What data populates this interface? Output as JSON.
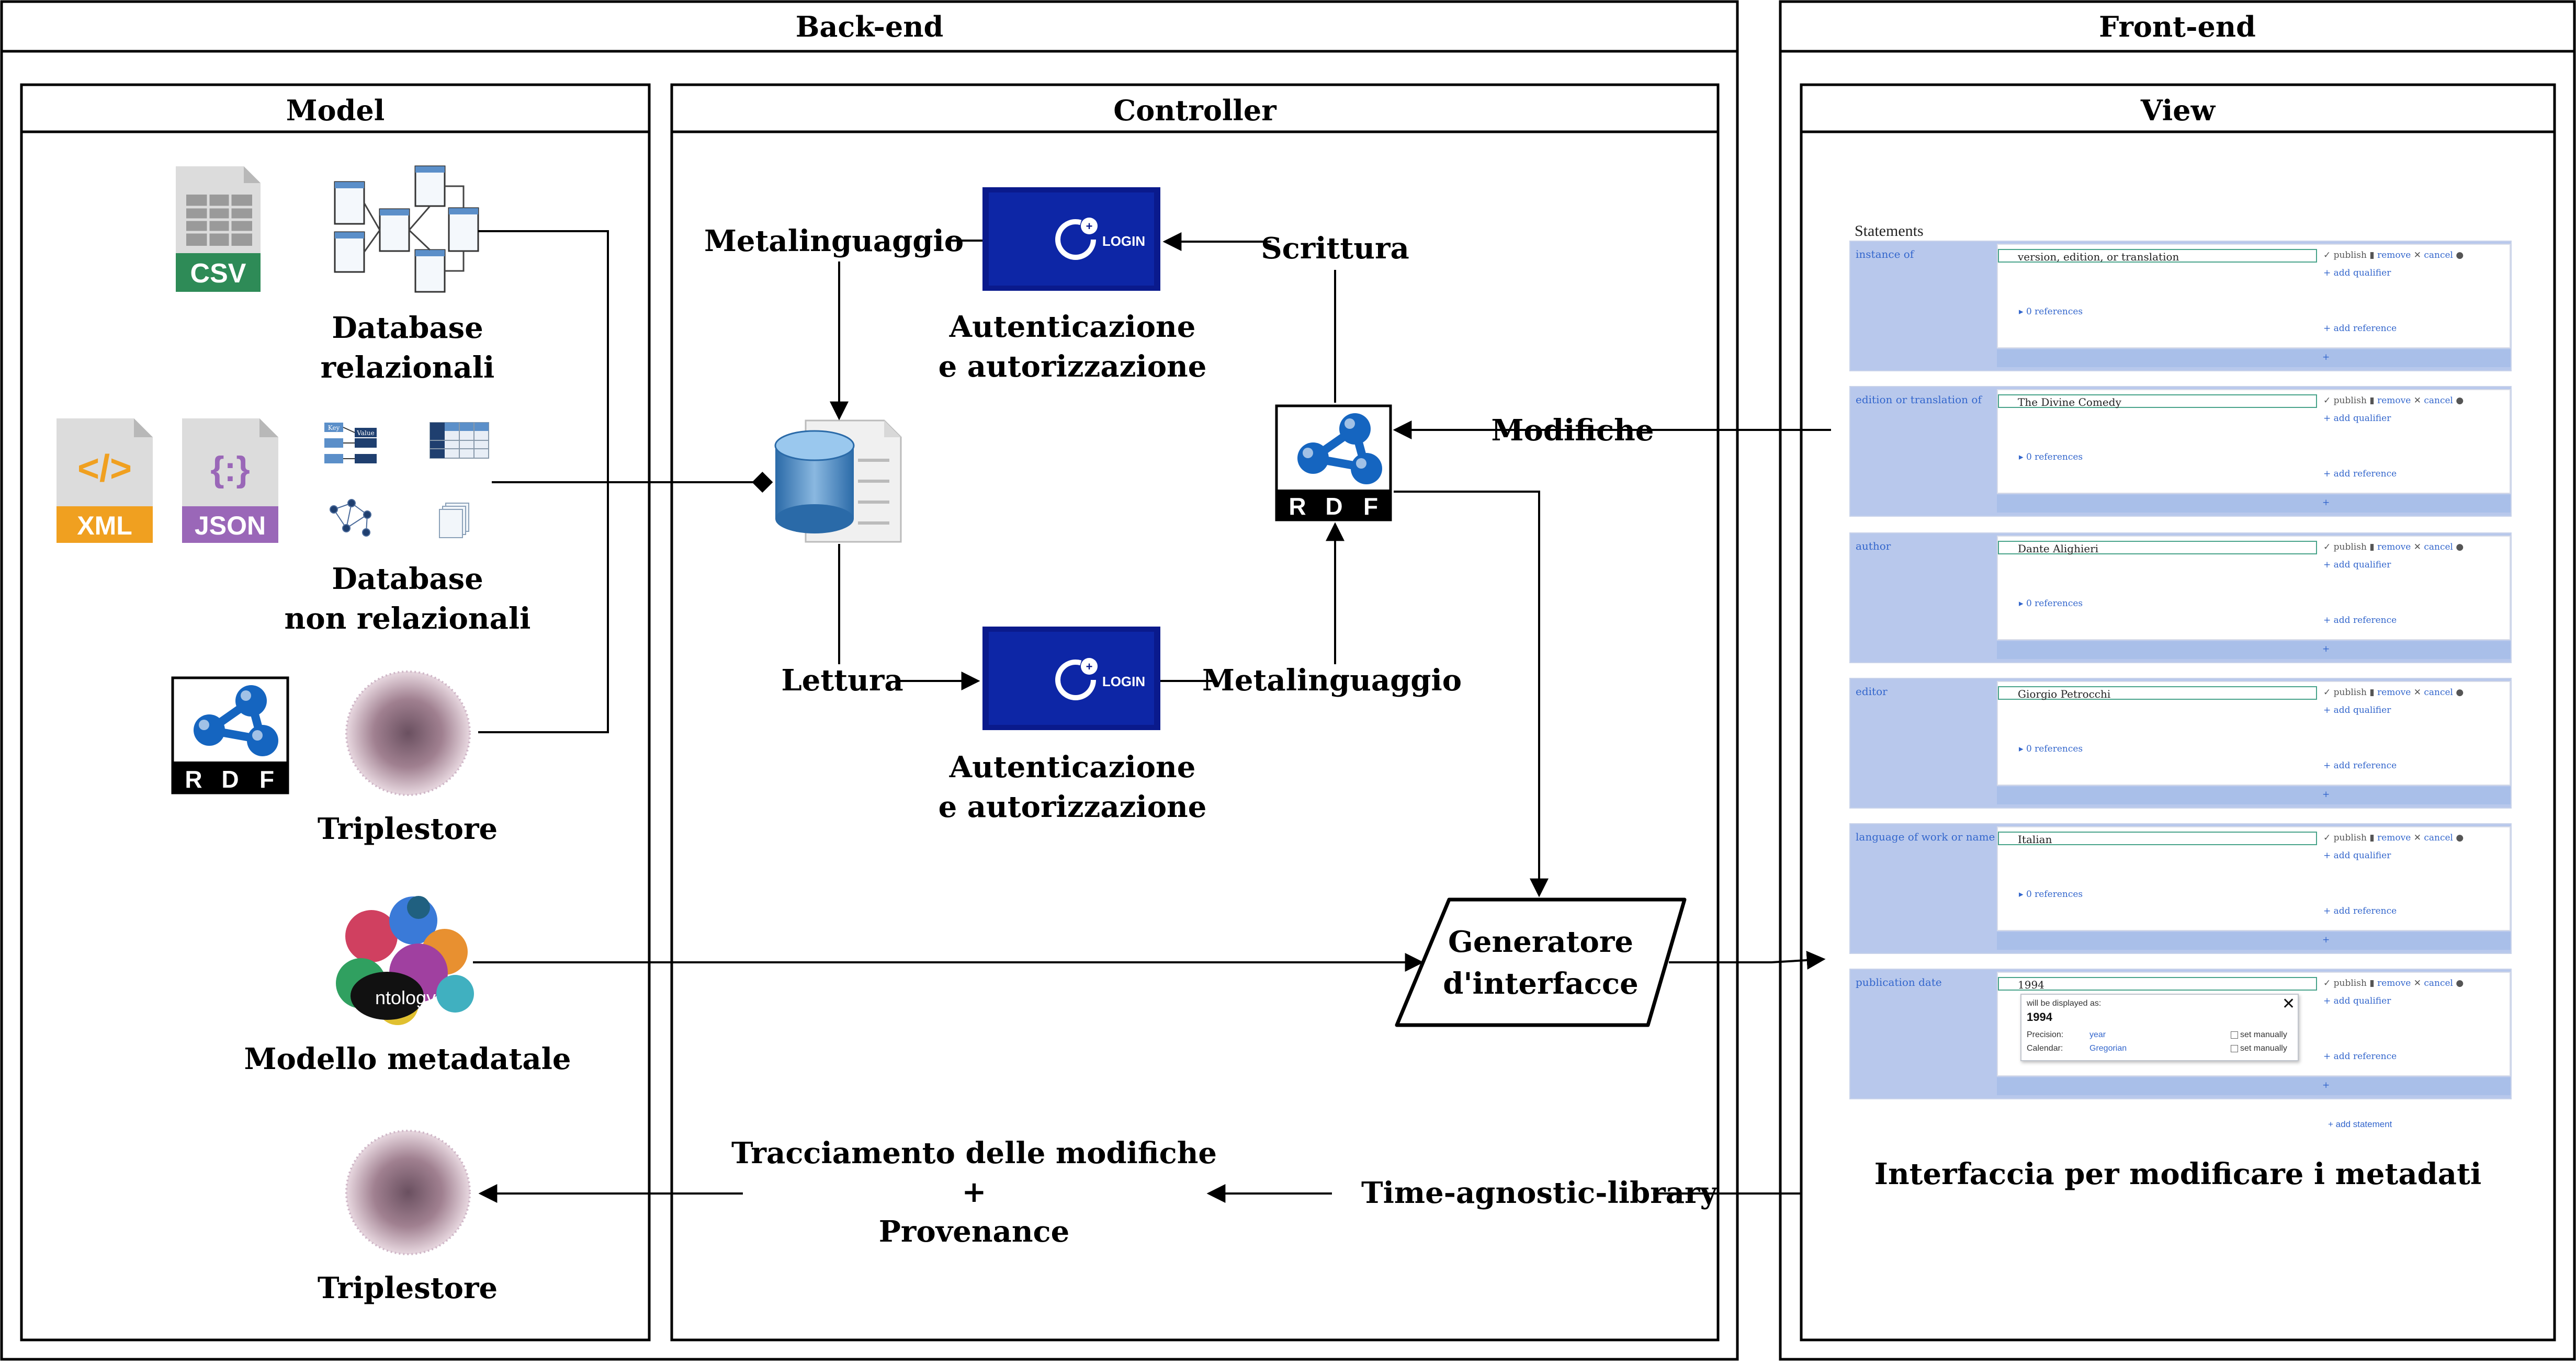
{
  "panels": {
    "backend": "Back-end",
    "frontend": "Front-end",
    "model": "Model",
    "controller": "Controller",
    "view": "View"
  },
  "model": {
    "csv_icon": "CSV",
    "db_relational": [
      "Database",
      "relazionali"
    ],
    "xml_icon": "XML",
    "json_icon": "JSON",
    "nosql_key": "Key",
    "nosql_value": "Value",
    "db_nonrelational": [
      "Database",
      "non relazionali"
    ],
    "rdf_letters": [
      "R",
      "D",
      "F"
    ],
    "triplestore": "Triplestore",
    "ontology_icon": "ntology",
    "metadata_model": "Modello metadatale",
    "triplestore2": "Triplestore"
  },
  "controller": {
    "metalanguage_top": "Metalinguaggio",
    "login_text": "LOGIN",
    "auth_top": [
      "Autenticazione",
      "e autorizzazione"
    ],
    "write": "Scrittura",
    "edits": "Modifiche",
    "read": "Lettura",
    "metalanguage_bottom": "Metalinguaggio",
    "auth_bottom": [
      "Autenticazione",
      "e autorizzazione"
    ],
    "generator": [
      "Generatore",
      "d'interfacce"
    ],
    "tracking": [
      "Tracciamento delle modifiche",
      "+",
      "Provenance"
    ],
    "time_agnostic": "Time-agnostic-library"
  },
  "view": {
    "statements_title": "Statements",
    "statements": [
      {
        "property": "instance of",
        "value": "version, edition, or translation",
        "references": "0 references"
      },
      {
        "property": "edition or translation of",
        "value": "The Divine Comedy",
        "references": "0 references"
      },
      {
        "property": "author",
        "value": "Dante Alighieri",
        "references": "0 references"
      },
      {
        "property": "editor",
        "value": "Giorgio Petrocchi",
        "references": "0 references"
      },
      {
        "property": "language of work or name",
        "value": "Italian",
        "references": "0 references"
      },
      {
        "property": "publication date",
        "value": "1994",
        "references": ""
      }
    ],
    "actions": {
      "publish": "publish",
      "remove": "remove",
      "cancel": "cancel",
      "add_qualifier": "add qualifier",
      "add_reference": "add reference",
      "add_value": "add value",
      "add_statement": "add statement"
    },
    "date_popup": {
      "displayed_as": "will be displayed as:",
      "value": "1994",
      "precision_label": "Precision:",
      "precision_value": "year",
      "calendar_label": "Calendar:",
      "calendar_value": "Gregorian",
      "set_manually": "set manually"
    },
    "caption": "Interfaccia per modificare i metadati"
  },
  "colors": {
    "border": "#000000",
    "rdf_blue": "#1565c0",
    "login_bg": "#0a1a8c",
    "csv_green": "#2e8b57",
    "xml_orange": "#f0a020",
    "json_purple": "#9a67b8",
    "wd_blue": "#b8c8ec",
    "wd_link": "#3366cc"
  }
}
